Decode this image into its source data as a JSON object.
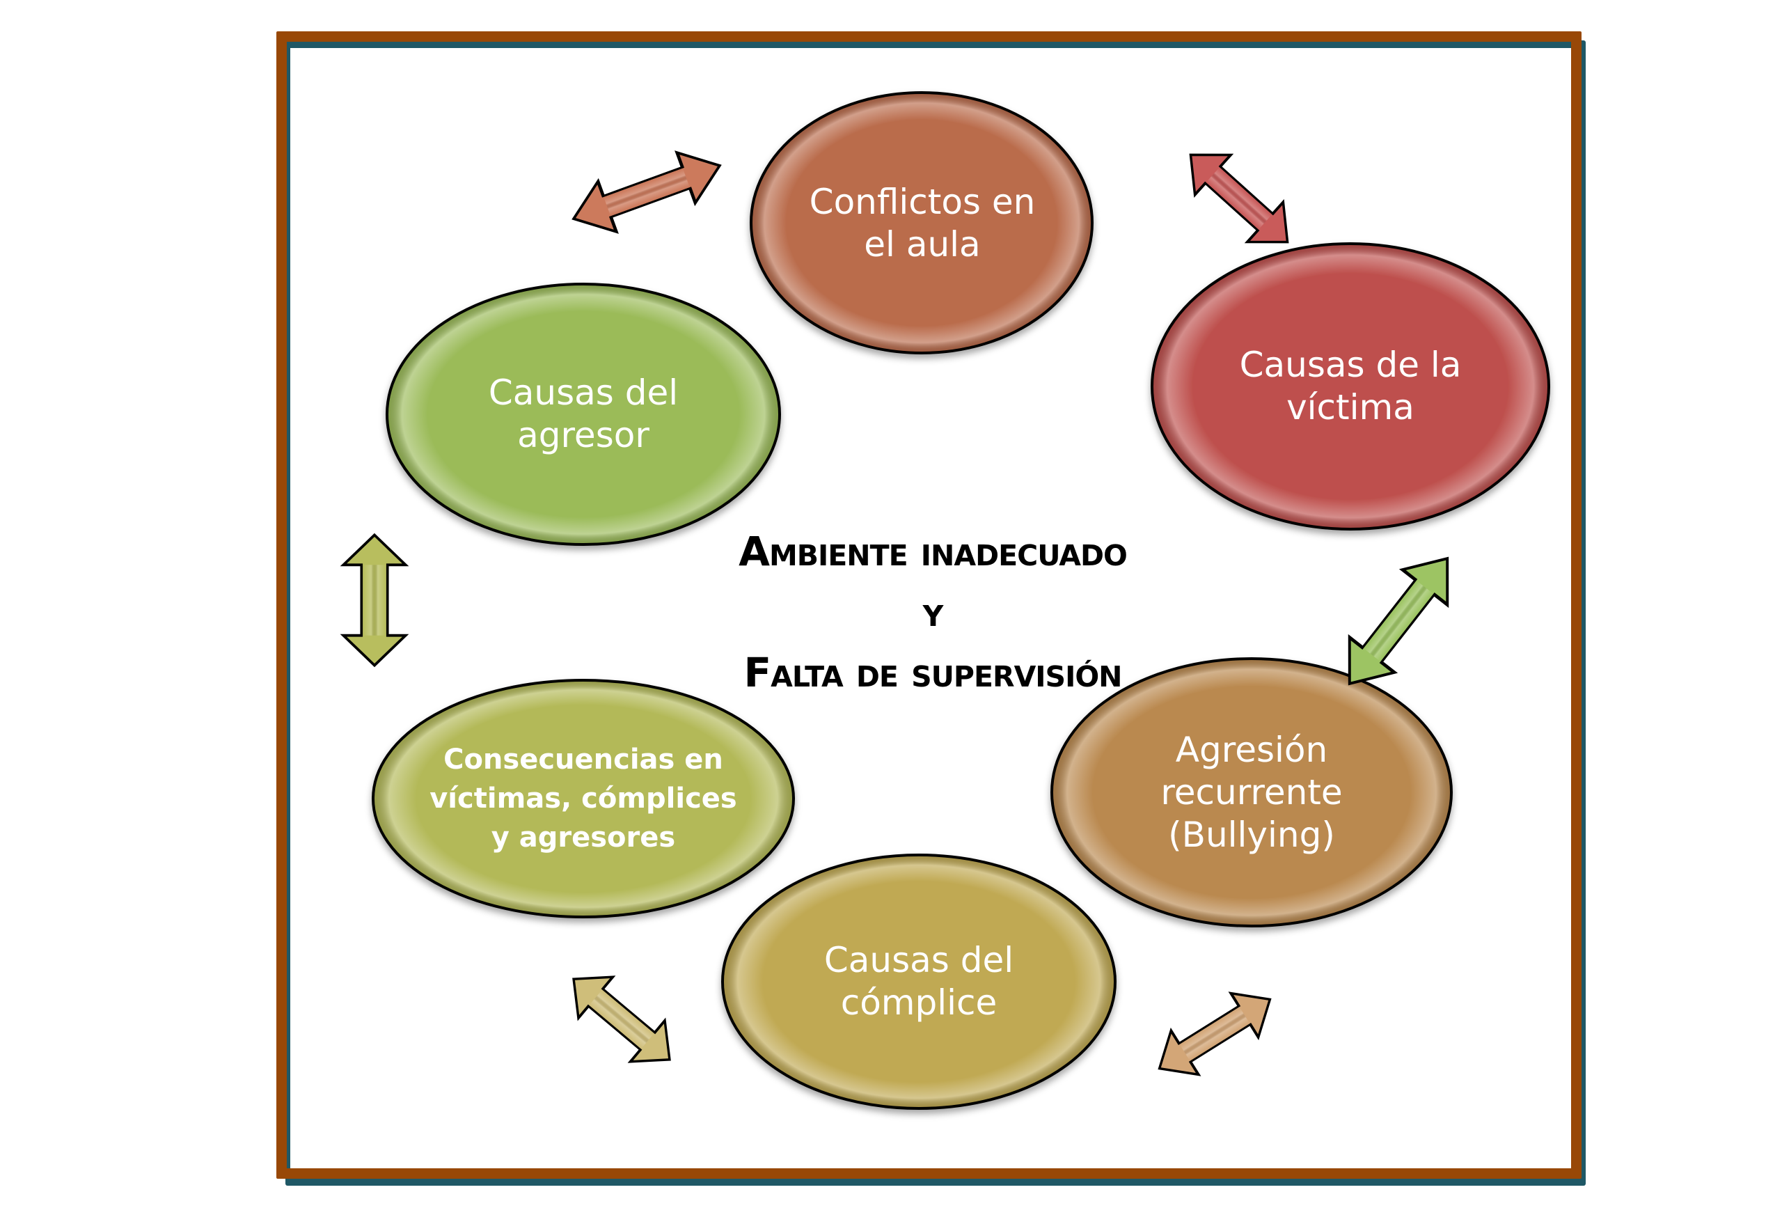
{
  "diagram": {
    "center": {
      "line1": "Ambiente inadecuado",
      "line2": "y",
      "line3": "Falta de supervisión"
    },
    "nodes": [
      {
        "id": "conflictos",
        "lines": [
          "Conflictos en",
          "el aula"
        ],
        "color": "#BA6C4C"
      },
      {
        "id": "causas-victima",
        "lines": [
          "Causas de la",
          "víctima"
        ],
        "color": "#BE504D"
      },
      {
        "id": "agresion",
        "lines": [
          "Agresión",
          "recurrente",
          "(Bullying)"
        ],
        "color": "#BA894F"
      },
      {
        "id": "causas-complice",
        "lines": [
          "Causas del",
          "cómplice"
        ],
        "color": "#C0A953"
      },
      {
        "id": "consecuencias",
        "lines": [
          "Consecuencias en",
          "víctimas, cómplices",
          "y agresores"
        ],
        "color": "#B3B958"
      },
      {
        "id": "causas-agresor",
        "lines": [
          "Causas del",
          "agresor"
        ],
        "color": "#9BBB59"
      }
    ],
    "arrows": [
      {
        "between": "causas-agresor / conflictos",
        "color": "#CC7A5C"
      },
      {
        "between": "conflictos / causas-victima",
        "color": "#C95B5A"
      },
      {
        "between": "causas-victima / agresion",
        "color": "#9DC463"
      },
      {
        "between": "agresion / causas-complice",
        "color": "#D3A677"
      },
      {
        "between": "causas-complice / consecuencias",
        "color": "#CFBE7A"
      },
      {
        "between": "consecuencias / causas-agresor",
        "color": "#B8BE5E"
      }
    ],
    "frame": {
      "border_color": "#984807",
      "shadow_color": "#1F5866"
    }
  }
}
